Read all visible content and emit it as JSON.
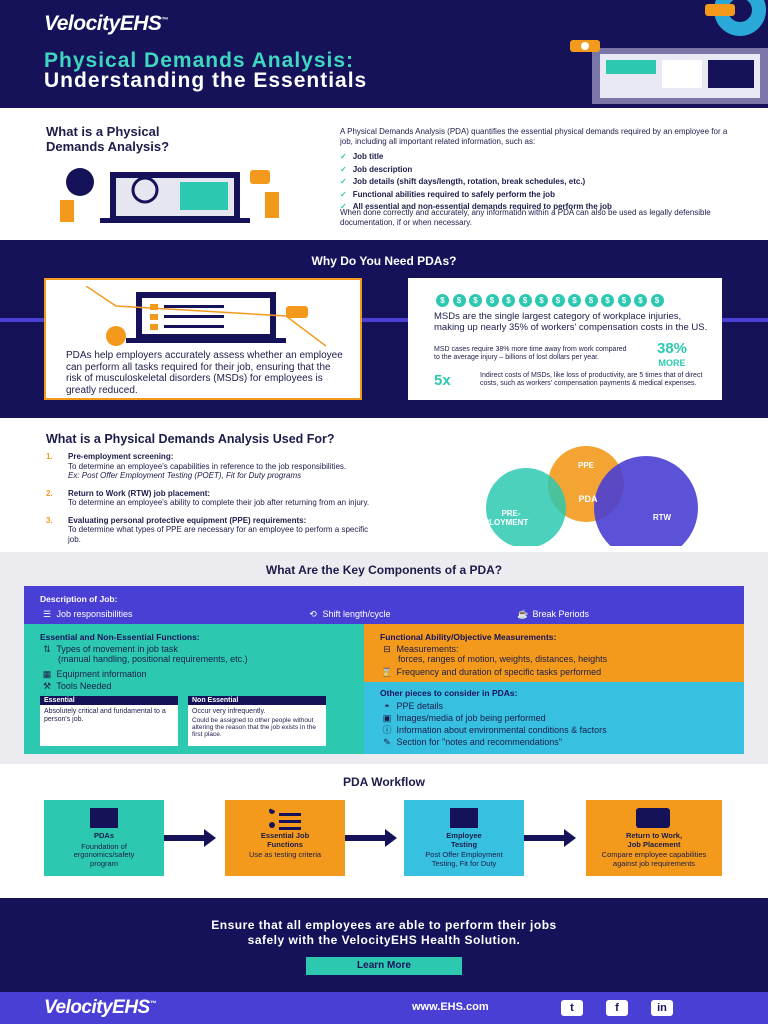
{
  "brand": {
    "name": "VelocityEHS",
    "tm": "™"
  },
  "header": {
    "title_line1": "Physical Demands Analysis:",
    "title_line2": "Understanding the Essentials"
  },
  "what_is": {
    "title_line1": "What is a Physical",
    "title_line2": "Demands Analysis?",
    "intro": "A Physical Demands Analysis (PDA) quantifies the essential physical demands required by an employee for a job, including all important related information, such as:",
    "items": [
      "Job title",
      "Job description",
      "Job details (shift days/length, rotation, break schedules, etc.)",
      "Functional abilities required to safely perform the job",
      "All essential and non-essential demands required to perform the job"
    ],
    "outro": "When done correctly and accurately, any information within a PDA can also be used as legally defensible documentation, if or when necessary."
  },
  "why": {
    "title": "Why Do You Need PDAs?",
    "left_text": "PDAs help employers accurately assess whether an employee can perform all tasks required for their job, ensuring that the risk of musculoskeletal disorders (MSDs) for employees is greatly reduced.",
    "dollar_symbol": "$",
    "msd_text": "MSDs are the single largest category of workplace injuries, making up nearly 35% of workers' compensation costs in the US.",
    "stat1_text": "MSD cases require 38% more time away from work compared to the average injury – billions of lost dollars per year.",
    "stat1_value": "38%",
    "stat1_label": "MORE",
    "stat2_value": "5x",
    "stat2_text": "Indirect costs of MSDs, like loss of productivity, are 5 times that of direct costs, such as workers' compensation payments & medical expenses."
  },
  "used_for": {
    "title": "What is a Physical Demands Analysis Used For?",
    "items": [
      {
        "num": "1.",
        "head": "Pre-employment screening:",
        "body": "To determine an employee's capabilities in reference to the job responsibilities.",
        "example": "Ex: Post Offer Employment Testing (POET), Fit for Duty programs"
      },
      {
        "num": "2.",
        "head": "Return to Work (RTW) job placement:",
        "body": "To determine an employee's ability to complete their job after returning from an injury.",
        "example": ""
      },
      {
        "num": "3.",
        "head": "Evaluating personal protective equipment (PPE) requirements:",
        "body": "To determine what types of PPE are necessary for an employee to perform a specific job.",
        "example": ""
      }
    ],
    "venn": {
      "ppe": "PPE",
      "pre1": "PRE-",
      "pre2": "EMPLOYMENT",
      "rtw": "RTW",
      "center": "PDA"
    }
  },
  "components": {
    "title": "What Are the Key Components of a PDA?",
    "description_title": "Description of Job:",
    "description_items": [
      "Job responsibilities",
      "Shift length/cycle",
      "Break Periods"
    ],
    "essential_title": "Essential and Non-Essential Functions:",
    "essential_items": [
      "Types of movement in job task",
      "(manual handling, positional requirements, etc.)",
      "Equipment information",
      "Tools Needed"
    ],
    "essential_label": "Essential",
    "essential_text": "Absolutely critical and fundamental to a person's job.",
    "nonessential_label": "Non Essential",
    "nonessential_text1": "Occur very infrequently.",
    "nonessential_text2": "Could be assigned to other people without altering the reason that the job exists in the first place.",
    "functional_title": "Functional Ability/Objective Measurements:",
    "functional_items": [
      "Measurements:",
      "forces, ranges of motion, weights, distances, heights",
      "Frequency and duration of specific tasks performed"
    ],
    "other_title": "Other pieces to consider in PDAs:",
    "other_items": [
      "PPE details",
      "Images/media of job being performed",
      "Information about environmental conditions & factors",
      "Section for \"notes and recommendations\""
    ]
  },
  "workflow": {
    "title": "PDA Workflow",
    "steps": [
      {
        "title": "PDAs",
        "title2": "",
        "body": "Foundation of ergonomics/safety program"
      },
      {
        "title": "Essential Job",
        "title2": "Functions",
        "body": "Use as testing criteria"
      },
      {
        "title": "Employee",
        "title2": "Testing",
        "body": "Post Offer Employment Testing, Fit for Duty"
      },
      {
        "title": "Return to Work,",
        "title2": "Job Placement",
        "body": "Compare employee capabilities against job requirements"
      }
    ]
  },
  "cta": {
    "line1": "Ensure that all employees are able to perform their jobs",
    "line2": "safely with the VelocityEHS Health Solution.",
    "button": "Learn More"
  },
  "footer": {
    "url": "www.EHS.com",
    "social": [
      "t",
      "f",
      "in"
    ]
  },
  "colors": {
    "navy": "#16125a",
    "teal": "#2cc9b0",
    "orange": "#f39a1c",
    "purple": "#4a3fd4",
    "cyan": "#37c0e0"
  }
}
